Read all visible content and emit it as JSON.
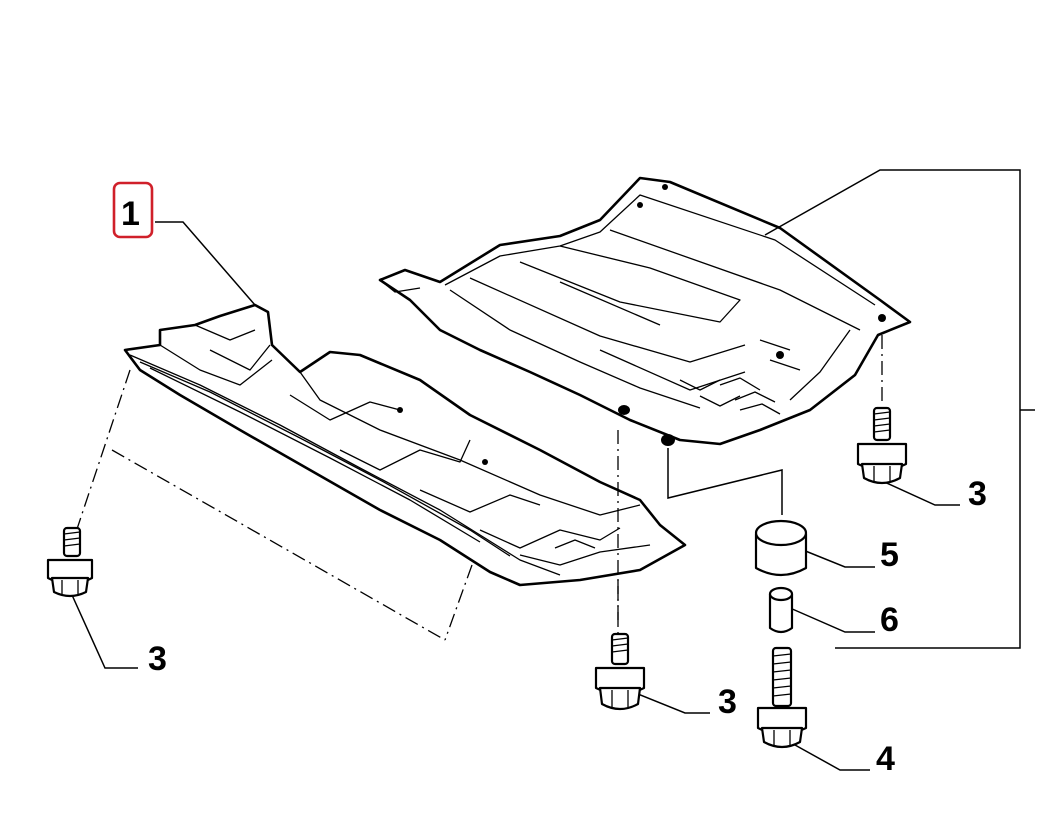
{
  "callouts": {
    "c1": "1",
    "c3_left": "3",
    "c3_middle": "3",
    "c3_right": "3",
    "c4": "4",
    "c5": "5",
    "c6": "6"
  },
  "colors": {
    "highlight": "#d0202a",
    "ink": "#000000",
    "background": "#ffffff"
  }
}
